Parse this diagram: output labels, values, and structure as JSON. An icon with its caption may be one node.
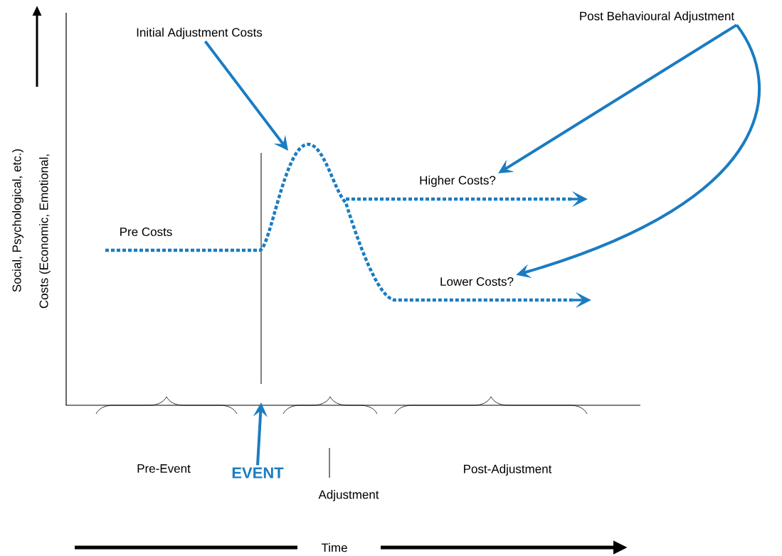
{
  "diagram": {
    "nodes": [
      {
        "text": [
          "Initial Adjustment Costs"
        ]
      },
      {
        "text": [
          "Post Behavioural Adjustment"
        ]
      },
      {
        "text": [
          "Higher Costs?"
        ]
      },
      {
        "text": [
          "Lower Costs?"
        ]
      },
      {
        "text": [
          "EVENT"
        ]
      }
    ],
    "edges": [
      {
        "from": 0,
        "to": null,
        "arrow": "to"
      },
      {
        "from": 1,
        "to": 2,
        "arrow": "to"
      },
      {
        "from": 1,
        "to": 3,
        "arrow": "to"
      },
      {
        "from": 4,
        "to": null,
        "arrow": "to"
      }
    ],
    "labels": [
      "Social, Psychological, etc.)",
      "Costs (Economic, Emotional,",
      "Pre Costs",
      "Pre-Event",
      "Post-Adjustment",
      "Adjustment",
      "Time"
    ]
  }
}
